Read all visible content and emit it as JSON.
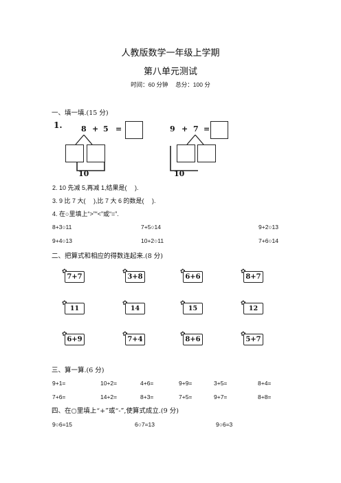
{
  "header": {
    "title": "人教版数学一年级上学期",
    "subtitle": "第八单元测试",
    "time_info": "时间：60 分钟　 总分：100 分"
  },
  "section1": {
    "heading": "一、填一填.(15 分)",
    "q1": {
      "label": "1.",
      "left": {
        "a": "8",
        "op": "+",
        "b": "5",
        "eq": "=",
        "bottom": "10"
      },
      "right": {
        "a": "9",
        "op": "+",
        "b": "7",
        "eq": "=",
        "bottom": "10"
      }
    },
    "q2": "2. 10 先减 5,再减 1,结果是(　  ).",
    "q3": "3. 9 比 7 大(　  ),比 7 大 6 的数是(　  ).",
    "q4": "4. 在○里填上“>”“<”或“=”.",
    "compare_rows": [
      [
        "8+3○11",
        "7+5○14",
        "9+2○13"
      ],
      [
        "9+4○13",
        "10+2○11",
        "7+6○14"
      ]
    ]
  },
  "section2": {
    "heading": "二、把算式和相应的得数连起来.(8 分)",
    "top_row": [
      "7+7",
      "3+8",
      "6+6",
      "8+7"
    ],
    "middle_row": [
      "11",
      "14",
      "15",
      "12"
    ],
    "bottom_row": [
      "6+9",
      "7+4",
      "8+6",
      "5+7"
    ],
    "flower_icon": "flower-icon"
  },
  "section3": {
    "heading": "三、算一算.(6 分)",
    "rows": [
      [
        "9+1=",
        "10+2=",
        "4+6=",
        "9+9=",
        "3+5=",
        "8+4="
      ],
      [
        "7+6=",
        "14+2=",
        "8+3=",
        "7+5=",
        "9+7=",
        "8+8="
      ]
    ]
  },
  "section4": {
    "heading": "四、在○里填上“+”或“-”,使算式成立.(9 分)",
    "items": [
      "9○6=15",
      "6○7=13",
      "9○6=3"
    ]
  }
}
